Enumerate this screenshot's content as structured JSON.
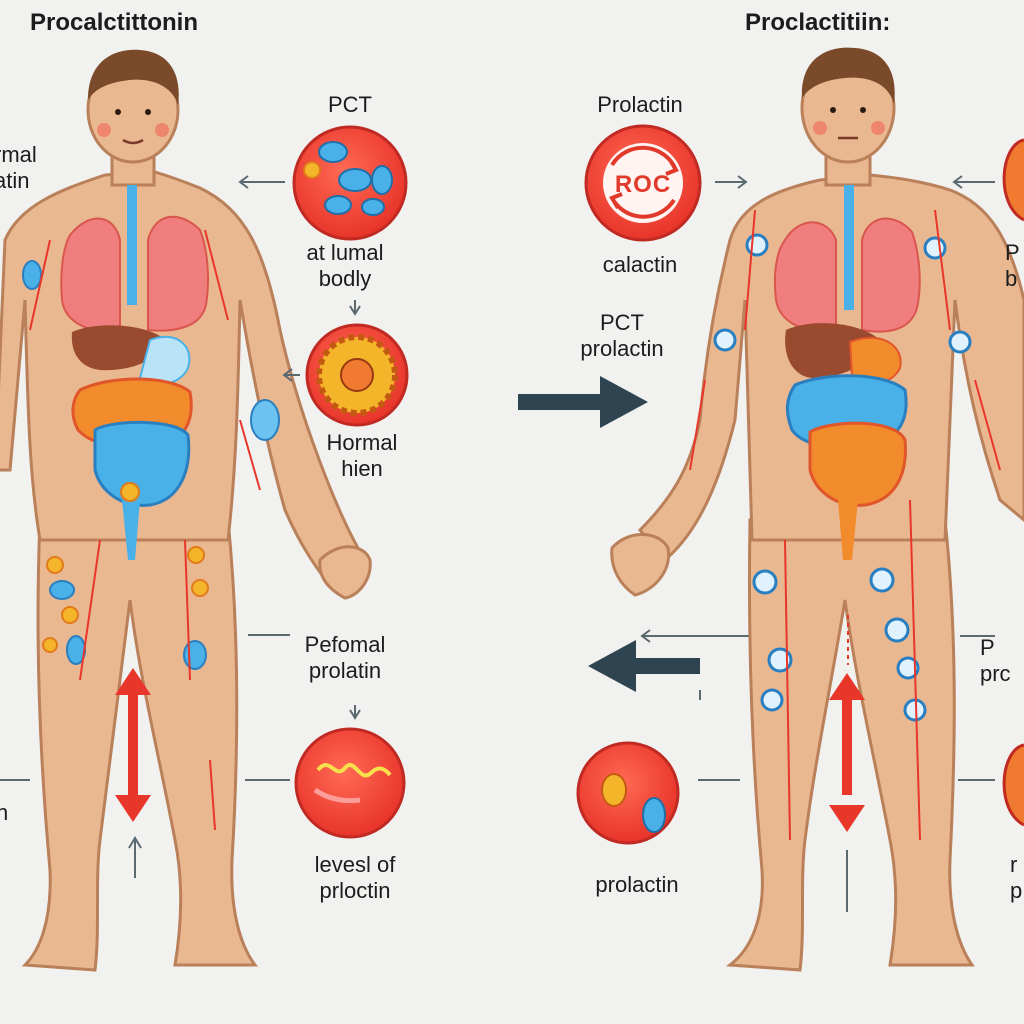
{
  "left": {
    "title": "Procalctittonin",
    "edge_label_top": "rmal\natin",
    "edge_label_bottom": "n",
    "label_pct": "PCT",
    "label_body": "at lumal\nbodly",
    "label_hormal": "Hormal\nhien",
    "label_pefomal": "Pefomal\nprolatin",
    "label_levels": "levesl of\nprloctin"
  },
  "right": {
    "title": "Proclactitiin:",
    "label_prolactin_top": "Prolactin",
    "badge_text": "ROC",
    "label_calactin": "calactin",
    "label_pct_prolactin": "PCT\nprolactin",
    "label_prolactin_bottom": "prolactin",
    "edge_label_top": "P\nb",
    "edge_label_mid": "P\nprc",
    "edge_label_bottom": "r\np"
  },
  "colors": {
    "skin": "#eab890",
    "skin_outline": "#b9805a",
    "hair": "#7a4a2a",
    "lung": "#f07e7e",
    "liver": "#9a4a2e",
    "intestine_orange": "#f28b2c",
    "intestine_blue": "#4ab0e8",
    "cell_red": "#f04a3a",
    "arrow_red": "#e8362a",
    "arrow_dark": "#2e4450",
    "connector": "#5a6870"
  }
}
